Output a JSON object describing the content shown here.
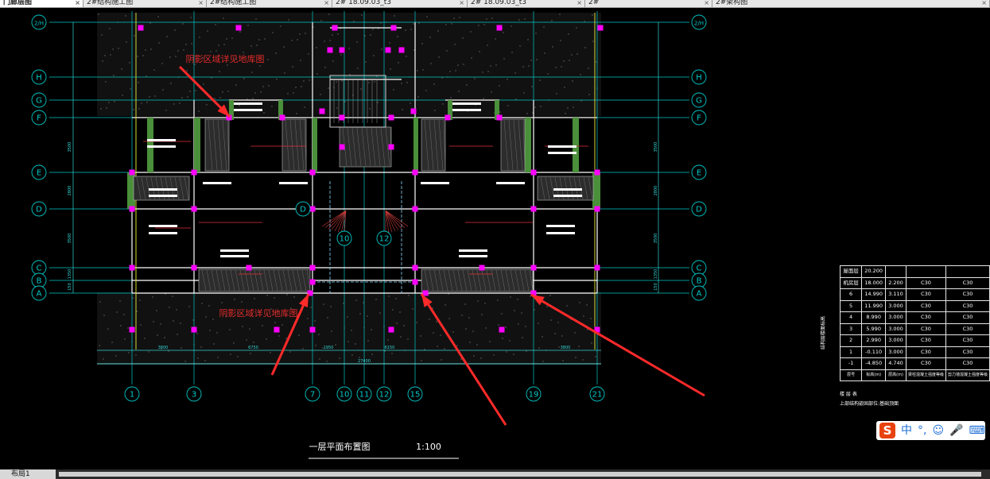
{
  "tabs": [
    {
      "label": "门廊层图",
      "close": "×",
      "active": true
    },
    {
      "label": "2#结构施工图",
      "close": "×"
    },
    {
      "label": "2#结构施工图",
      "close": "×"
    },
    {
      "label": "2# 18.09.03_t3",
      "close": "×"
    },
    {
      "label": "2# 18.09.03_t3",
      "close": "×"
    },
    {
      "label": "2#",
      "close": "×"
    },
    {
      "label": "2#架构图",
      "close": "×"
    }
  ],
  "drawing": {
    "title": "一层平面布置图",
    "scale": "1:100",
    "axes_rows": [
      "2/H",
      "H",
      "G",
      "F",
      "E",
      "D",
      "C",
      "B",
      "A"
    ],
    "axes_cols": [
      "1",
      "3",
      "7",
      "10",
      "11",
      "12",
      "15",
      "19",
      "21"
    ],
    "annotations": [
      "阴影区域详见地库图",
      "阴影区域详见地库图"
    ],
    "col_dims": [
      "3800",
      "6750",
      "1950",
      "6150",
      "3800"
    ],
    "total_dim": "27400",
    "row_dims": [
      "3500",
      "3500",
      "2800",
      "1350",
      "150"
    ],
    "colors": {
      "axis": "#00c8c8",
      "wall": "#4a8f3a",
      "column": "#ff00ff",
      "beam": "#ffffff",
      "hatch": "#bcbcbc",
      "text": "#e52b2b",
      "arrow": "#ff2a2a",
      "dim": "#35d6d6"
    }
  },
  "schedule": {
    "rows": [
      [
        "屋面层",
        "20.200",
        "",
        "",
        ""
      ],
      [
        "机房层",
        "18.000",
        "2.200",
        "C30",
        "C30"
      ],
      [
        "6",
        "14.990",
        "3.110",
        "C30",
        "C30"
      ],
      [
        "5",
        "11.990",
        "3.000",
        "C30",
        "C30"
      ],
      [
        "4",
        "8.990",
        "3.000",
        "C30",
        "C30"
      ],
      [
        "3",
        "5.990",
        "3.000",
        "C30",
        "C30"
      ],
      [
        "2",
        "2.990",
        "3.000",
        "C30",
        "C30"
      ],
      [
        "1",
        "-0.110",
        "3.000",
        "C30",
        "C30"
      ],
      [
        "-1",
        "-4.850",
        "4.740",
        "C30",
        "C30"
      ],
      [
        "层号",
        "标高(m)",
        "层高(m)",
        "梁柱混凝土强度等级",
        "剪力墙混凝土强度等级"
      ]
    ],
    "side_label": "结构层楼面标高",
    "note_title": "楼 层 表",
    "note": "上部结构嵌固部位:基础顶面"
  },
  "ime": {
    "logo": "S",
    "items": [
      "中",
      "°,",
      "☺",
      "🎤",
      "⌨"
    ]
  },
  "bottom": {
    "layout_tab": "布局1"
  }
}
